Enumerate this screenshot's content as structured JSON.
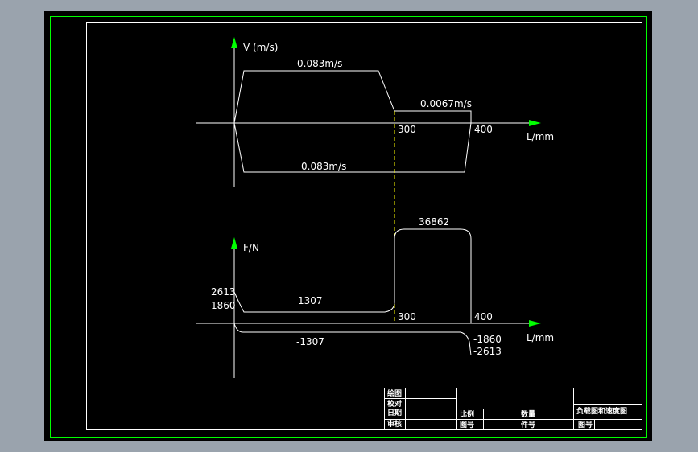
{
  "velocity_chart": {
    "y_label": "V (m/s)",
    "x_label": "L/mm",
    "fast_forward_speed": "0.083m/s",
    "work_speed": "0.0067m/s",
    "return_speed": "0.083m/s",
    "tick_300": "300",
    "tick_400": "400"
  },
  "force_chart": {
    "y_label": "F/N",
    "x_label": "L/mm",
    "start_peak": "2613",
    "start_level": "1860",
    "forward_force": "1307",
    "work_force": "36862",
    "return_force": "-1307",
    "end_level": "-1860",
    "end_peak": "-2613",
    "tick_300": "300",
    "tick_400": "400"
  },
  "title_block": {
    "drawn": "绘图",
    "checked": "校对",
    "date": "日期",
    "approved": "审核",
    "scale": "比例",
    "quantity": "数量",
    "drawing_no_left": "图号",
    "part_no": "件号",
    "title": "负载图和速度图",
    "drawing_no": "图号"
  },
  "colors": {
    "axis_arrow": "#00ff00",
    "frame": "#00ff00",
    "guide": "#ffff00",
    "line": "#ffffff"
  }
}
